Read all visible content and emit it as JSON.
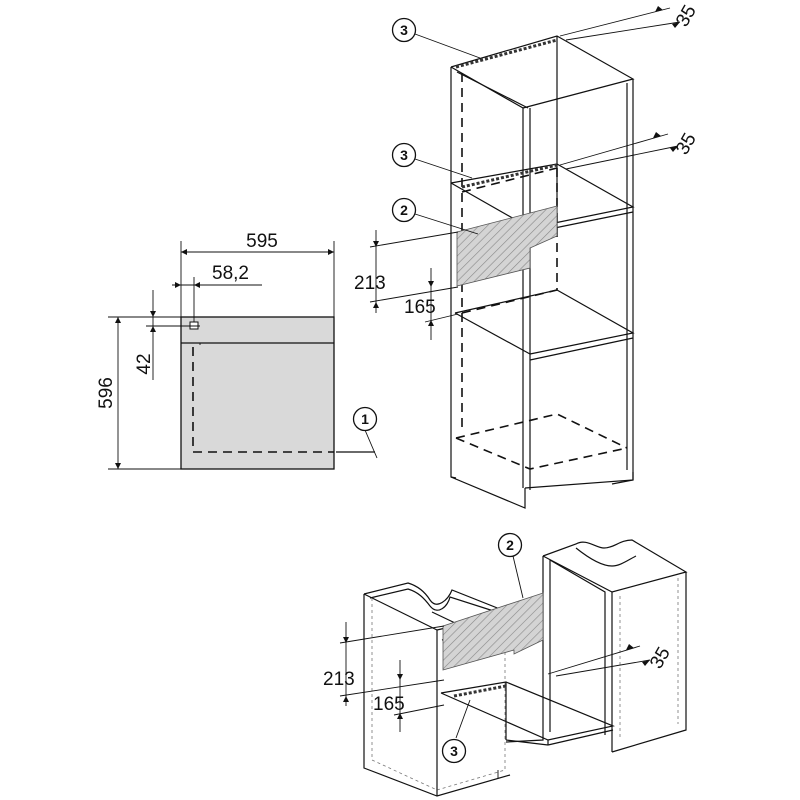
{
  "oven_front": {
    "width_label": "595",
    "control_offset_label": "58,2",
    "height_label": "596",
    "top_offset_label": "42",
    "callout": "1",
    "colors": {
      "panel": "#d9d9d9",
      "outline": "#111111"
    }
  },
  "tall_cabinet": {
    "callouts": [
      "3",
      "3",
      "2"
    ],
    "dim_top": "35",
    "dim_mid": "35",
    "dim_213": "213",
    "dim_165": "165"
  },
  "base_cabinet": {
    "callouts": [
      "2",
      "3"
    ],
    "dim_35": "35",
    "dim_213": "213",
    "dim_165": "165"
  }
}
